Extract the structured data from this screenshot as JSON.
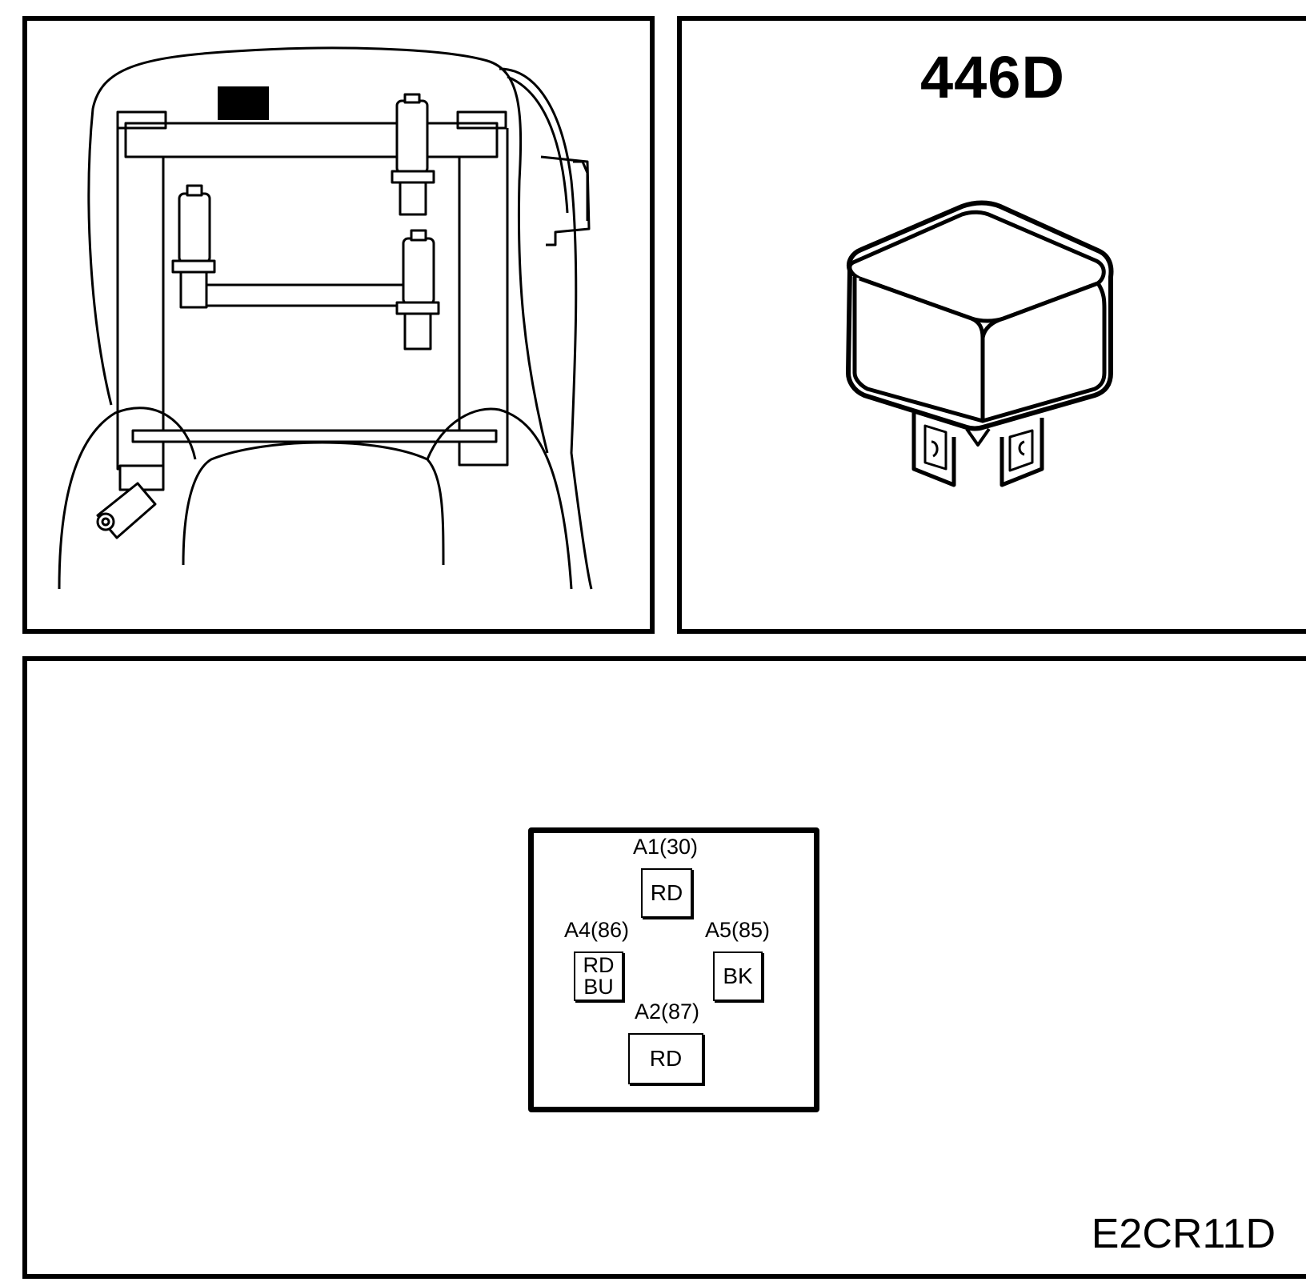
{
  "relay_panel": {
    "title": "446D"
  },
  "connector": {
    "pins": [
      {
        "id": "a1",
        "label": "A1(30)",
        "wire": "RD"
      },
      {
        "id": "a4",
        "label": "A4(86)",
        "wire_lines": [
          "RD",
          "BU"
        ]
      },
      {
        "id": "a5",
        "label": "A5(85)",
        "wire": "BK"
      },
      {
        "id": "a2",
        "label": "A2(87)",
        "wire": "RD"
      }
    ]
  },
  "figure_code": "E2CR11D"
}
